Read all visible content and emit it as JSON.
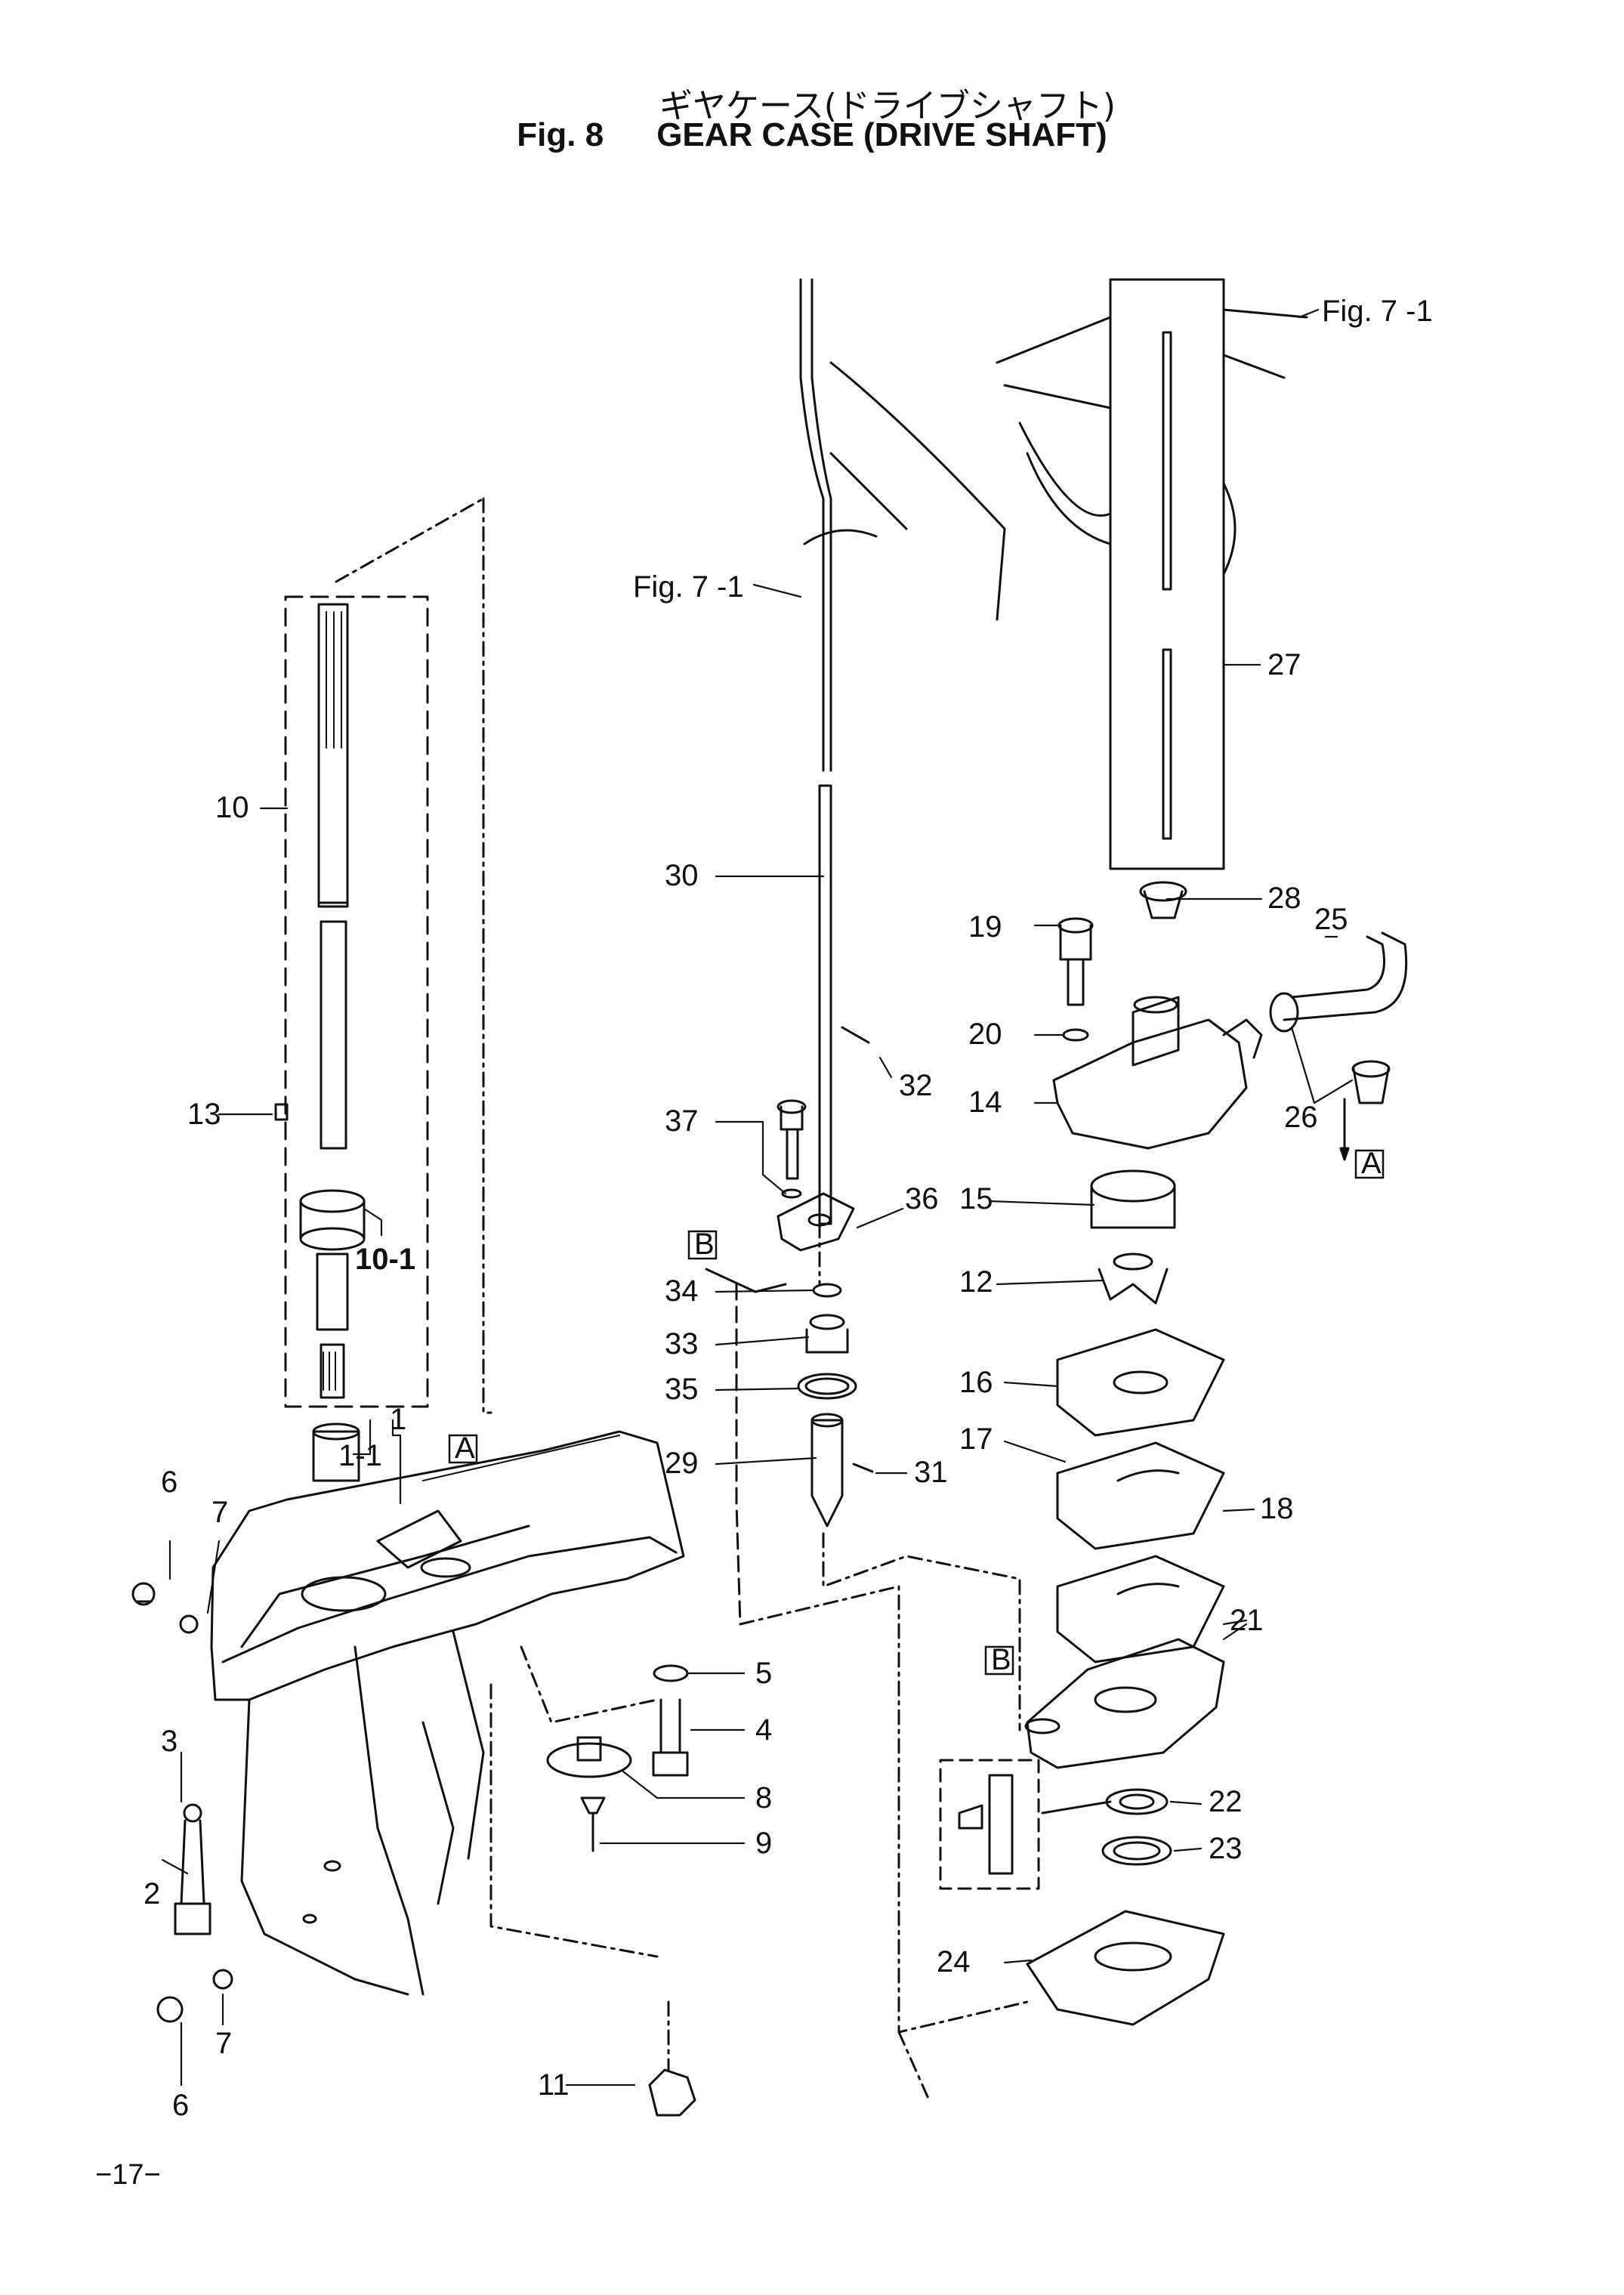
{
  "title": {
    "japanese": "ギヤケース(ドライブシャフト)",
    "figure_label": "Fig. 8",
    "english": "GEAR CASE (DRIVE SHAFT)"
  },
  "page_number": "−17−",
  "references": {
    "fig_7_1_top": "Fig. 7 -1",
    "fig_7_1_mid": "Fig. 7 -1",
    "box_a_1": "A",
    "box_a_2": "A",
    "box_b_1": "B",
    "box_b_2": "B"
  },
  "callouts": {
    "p1": "1",
    "p1_1": "1-1",
    "p2": "2",
    "p3": "3",
    "p4": "4",
    "p5": "5",
    "p6_top": "6",
    "p6_bot": "6",
    "p7_top": "7",
    "p7_bot": "7",
    "p8": "8",
    "p9": "9",
    "p10": "10",
    "p10_1": "10-1",
    "p11": "11",
    "p12": "12",
    "p13": "13",
    "p14": "14",
    "p15": "15",
    "p16": "16",
    "p17": "17",
    "p18": "18",
    "p19": "19",
    "p20": "20",
    "p21": "21",
    "p22": "22",
    "p23": "23",
    "p24": "24",
    "p25": "25",
    "p26": "26",
    "p27": "27",
    "p28": "28",
    "p29": "29",
    "p30": "30",
    "p31": "31",
    "p32": "32",
    "p33": "33",
    "p34": "34",
    "p35": "35",
    "p36": "36",
    "p37": "37"
  }
}
